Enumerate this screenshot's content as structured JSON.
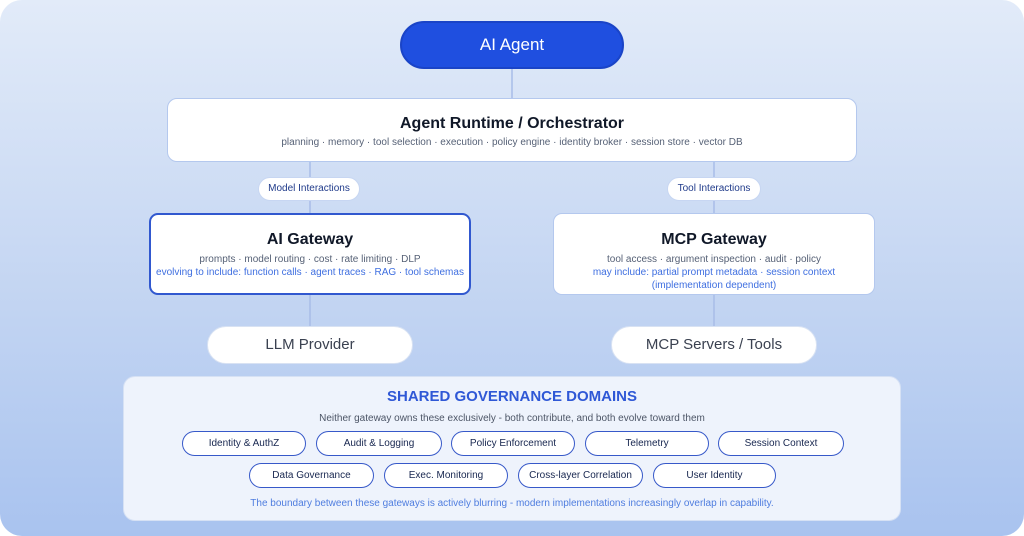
{
  "agent": {
    "label": "AI Agent"
  },
  "runtime": {
    "title": "Agent Runtime / Orchestrator",
    "subtitle": "planning · memory · tool selection · execution · policy engine · identity broker · session store · vector DB"
  },
  "labels": {
    "model": "Model Interactions",
    "tool": "Tool Interactions"
  },
  "ai_gateway": {
    "title": "AI Gateway",
    "line1": "prompts · model routing · cost · rate limiting · DLP",
    "line2": "evolving to include: function calls · agent traces · RAG · tool schemas"
  },
  "mcp_gateway": {
    "title": "MCP Gateway",
    "line1": "tool access · argument inspection · audit · policy",
    "line2": "may include: partial prompt metadata · session context",
    "line3": "(implementation dependent)"
  },
  "llm_provider": {
    "label": "LLM Provider"
  },
  "mcp_servers": {
    "label": "MCP Servers / Tools"
  },
  "governance": {
    "title": "SHARED GOVERNANCE DOMAINS",
    "subtitle": "Neither gateway owns these exclusively - both contribute, and both evolve toward them",
    "domains": [
      "Identity & AuthZ",
      "Audit & Logging",
      "Policy Enforcement",
      "Telemetry",
      "Session Context",
      "Data Governance",
      "Exec. Monitoring",
      "Cross-layer Correlation",
      "User Identity"
    ],
    "footnote": "The boundary between these gateways is actively blurring - modern implementations increasingly overlap in capability."
  },
  "colors": {
    "accent": "#1f4fe0",
    "governance_title": "#2f58d6",
    "background_top": "#e2ebf9",
    "background_bottom": "#a9c3ef"
  }
}
